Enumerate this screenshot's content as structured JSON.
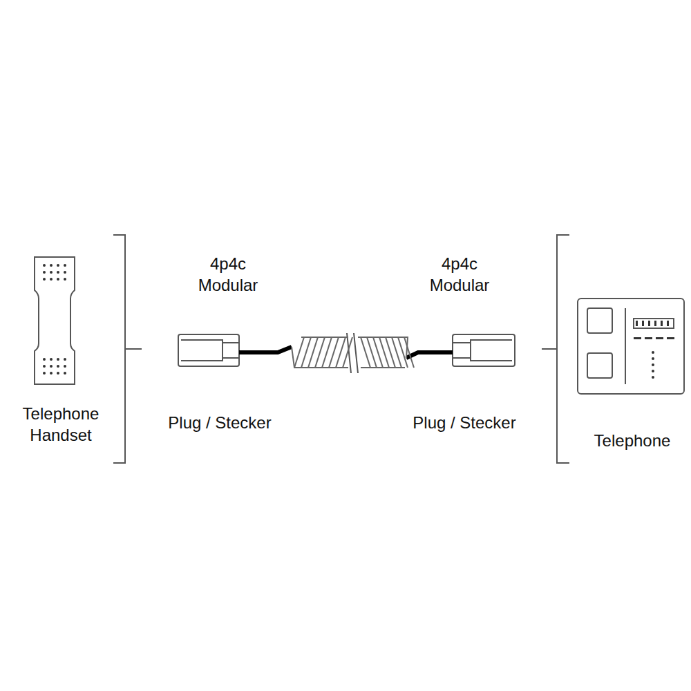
{
  "diagram": {
    "labels": [
      "Telephone Handset",
      "4p4c Modular",
      "Plug / Stecker",
      "4p4c Modular",
      "Plug / Stecker",
      "Telephone"
    ]
  }
}
